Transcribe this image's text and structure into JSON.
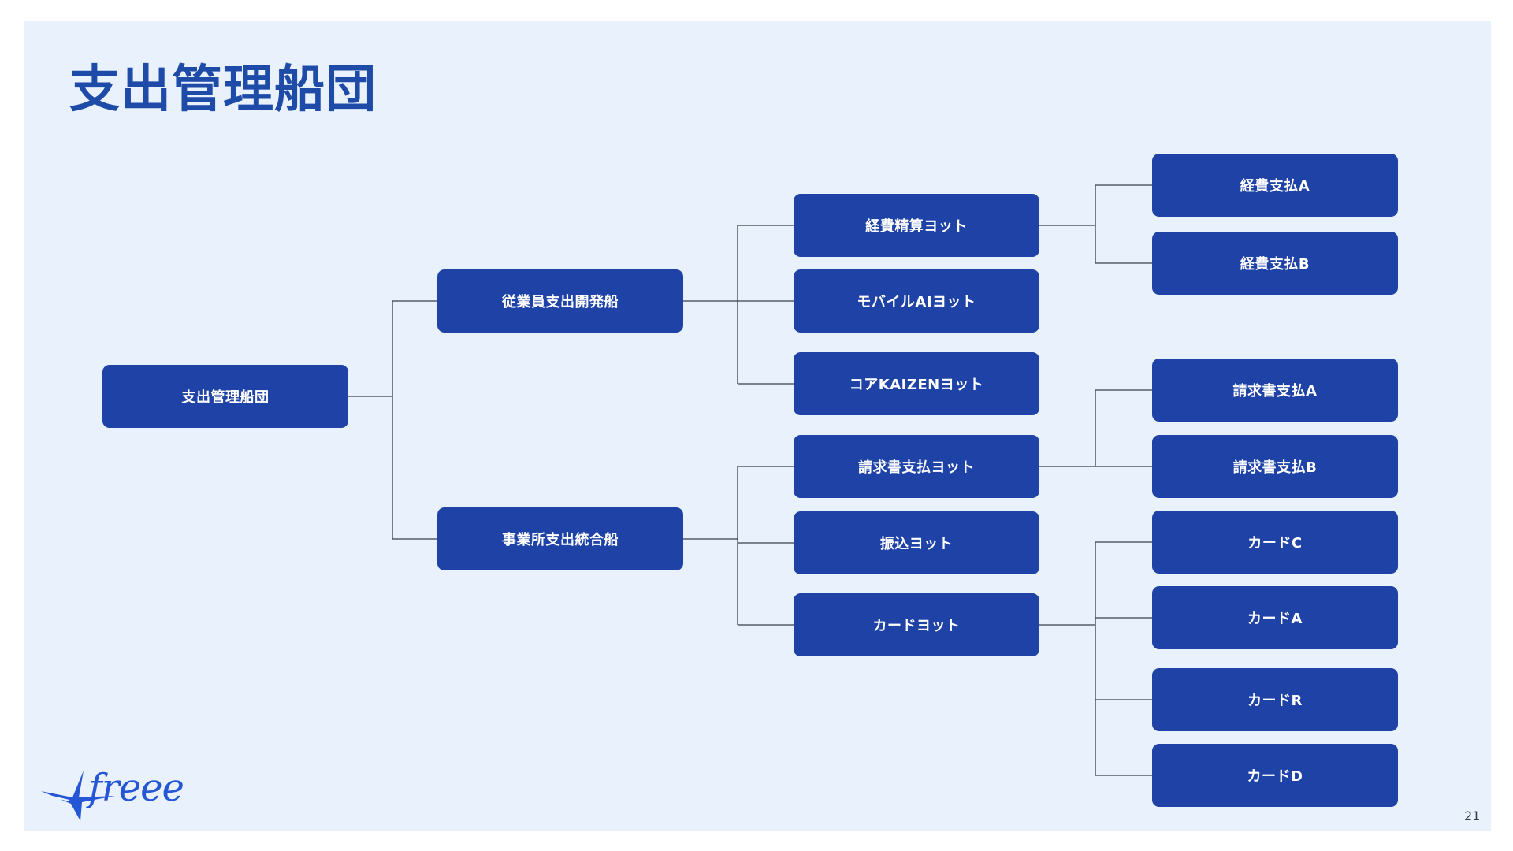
{
  "title": "支出管理船団",
  "page_number": "21",
  "logo": {
    "text": "freee",
    "icon": "bird-icon",
    "color": "#2456d6"
  },
  "colors": {
    "background": "#e9f2fc",
    "node": "#1e42a6",
    "title": "#1e4aa8",
    "connector": "#3a3f4a"
  },
  "org_chart": {
    "root": "支出管理船団",
    "ships": [
      {
        "label": "従業員支出開発船",
        "yachts": [
          {
            "label": "経費精算ヨット",
            "teams": [
              "経費支払A",
              "経費支払B"
            ]
          },
          {
            "label": "モバイルAIヨット",
            "teams": []
          },
          {
            "label": "コアKAIZENヨット",
            "teams": []
          }
        ]
      },
      {
        "label": "事業所支出統合船",
        "yachts": [
          {
            "label": "請求書支払ヨット",
            "teams": [
              "請求書支払A",
              "請求書支払B"
            ]
          },
          {
            "label": "振込ヨット",
            "teams": []
          },
          {
            "label": "カードヨット",
            "teams": [
              "カードC",
              "カードA",
              "カードR",
              "カードD"
            ]
          }
        ]
      }
    ]
  }
}
